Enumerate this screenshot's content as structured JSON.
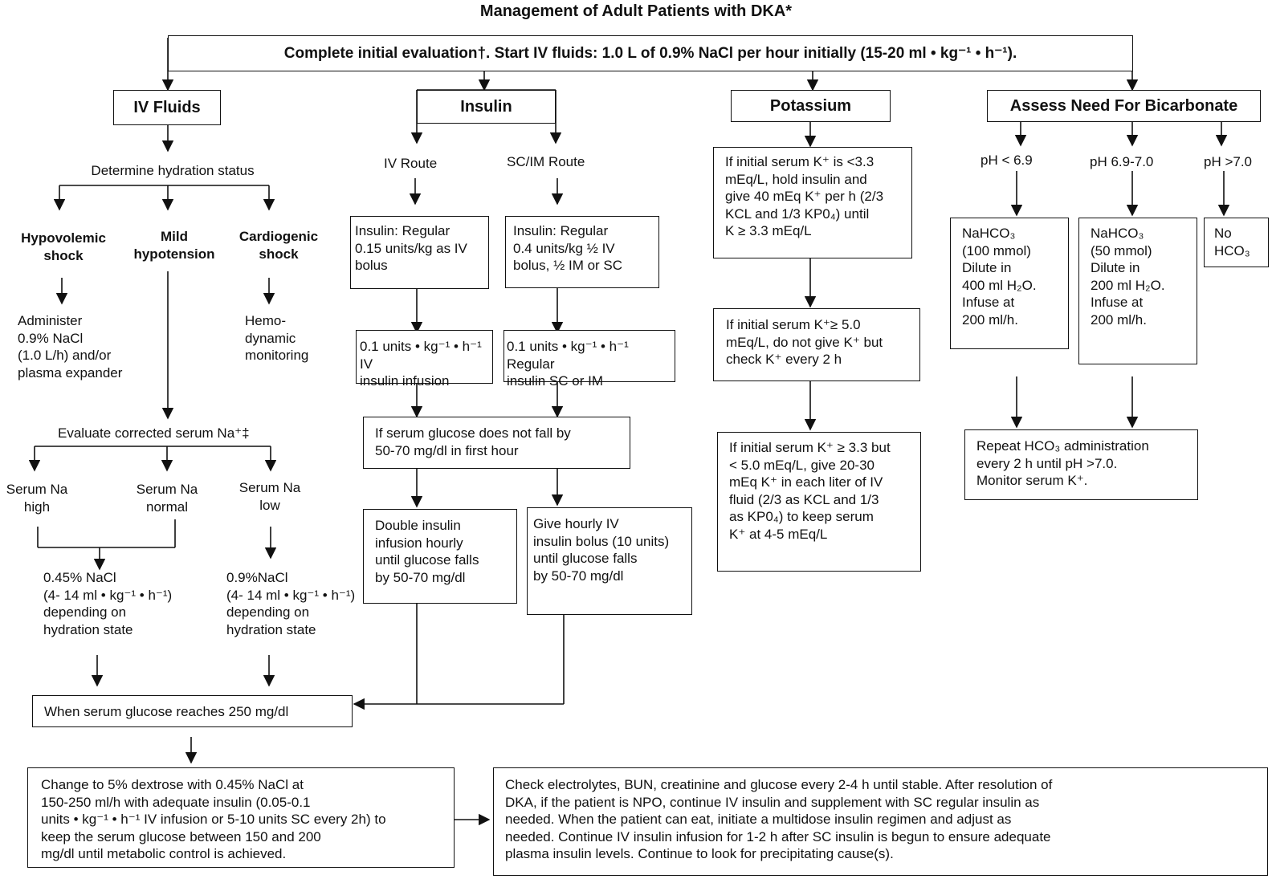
{
  "title": "Management of Adult Patients with DKA*",
  "initial": "Complete initial evaluation†.  Start IV fluids: 1.0 L of 0.9% NaCl per hour initially (15-20 ml • kg⁻¹ • h⁻¹).",
  "iv_fluids": {
    "header": "IV Fluids",
    "hydration": "Determine hydration status",
    "hypovolemic": "Hypovolemic\nshock",
    "mild": "Mild\nhypotension",
    "cardiogenic": "Cardiogenic\nshock",
    "administer": "Administer\n0.9% NaCl\n(1.0 L/h) and/or\nplasma expander",
    "hemodynamic": "Hemo-\ndynamic\nmonitoring",
    "evaluate_na": "Evaluate corrected serum Na⁺‡",
    "na_high": "Serum Na\nhigh",
    "na_normal": "Serum Na\nnormal",
    "na_low": "Serum Na\nlow",
    "half_nacl": "0.45% NaCl\n(4- 14 ml • kg⁻¹ • h⁻¹)\ndepending on\nhydration state",
    "full_nacl": "0.9%NaCl\n(4- 14 ml • kg⁻¹ • h⁻¹)\ndepending on\nhydration state"
  },
  "insulin": {
    "header": "Insulin",
    "iv_route": "IV Route",
    "sc_route": "SC/IM Route",
    "iv_bolus": "Insulin: Regular\n0.15 units/kg as IV\nbolus",
    "sc_bolus": "Insulin: Regular\n0.4 units/kg ½ IV\nbolus, ½ IM or SC",
    "iv_infusion": "0.1 units • kg⁻¹ • h⁻¹ IV\ninsulin infusion",
    "sc_infusion": "0.1 units • kg⁻¹ • h⁻¹ Regular\ninsulin SC or IM",
    "glucose_check": "If serum glucose does not fall by\n50-70 mg/dl in first hour",
    "double": "Double insulin\ninfusion hourly\nuntil glucose falls\nby 50-70 mg/dl",
    "hourly": "Give hourly IV\ninsulin bolus (10 units)\nuntil glucose falls\nby 50-70 mg/dl"
  },
  "potassium": {
    "header": "Potassium",
    "low": "If initial serum K⁺ is <3.3\nmEq/L, hold insulin and\ngive 40 mEq K⁺ per h (2/3\nKCL and 1/3 KP0₄) until\nK ≥ 3.3 mEq/L",
    "high": "If initial serum K⁺≥ 5.0\nmEq/L, do not give K⁺ but\ncheck K⁺ every 2 h",
    "mid": "If initial serum K⁺ ≥ 3.3 but\n< 5.0 mEq/L, give 20-30\nmEq K⁺ in each liter of IV\nfluid (2/3 as KCL and 1/3\nas KP0₄) to keep serum\nK⁺ at 4-5 mEq/L"
  },
  "bicarbonate": {
    "header": "Assess Need For Bicarbonate",
    "ph_low": "pH < 6.9",
    "ph_mid": "pH 6.9-7.0",
    "ph_high": "pH >7.0",
    "box_low": "NaHCO₃\n(100 mmol)\nDilute in\n400 ml H₂O.\nInfuse at\n200 ml/h.",
    "box_mid": "NaHCO₃\n(50 mmol)\nDilute in\n200 ml H₂O.\nInfuse at\n200 ml/h.",
    "box_high": "No\nHCO₃",
    "repeat": "Repeat HCO₃ administration\nevery 2 h until pH >7.0.\nMonitor serum K⁺."
  },
  "glucose_250": "When serum glucose reaches 250 mg/dl",
  "change_dextrose": "Change to 5% dextrose with 0.45% NaCl at\n150-250 ml/h with adequate insulin (0.05-0.1\nunits • kg⁻¹ • h⁻¹ IV infusion or 5-10 units SC every 2h) to\nkeep the serum glucose between 150 and 200\nmg/dl until metabolic control is achieved.",
  "check_electrolytes": "Check electrolytes, BUN, creatinine and glucose every 2-4 h until stable. After resolution of\nDKA, if the patient is NPO, continue IV insulin and supplement with SC regular insulin as\nneeded.  When the patient can eat, initiate a multidose insulin regimen and adjust as\nneeded.  Continue IV insulin infusion for 1-2 h after SC insulin is begun to ensure adequate\nplasma insulin levels.  Continue to look for precipitating cause(s)."
}
